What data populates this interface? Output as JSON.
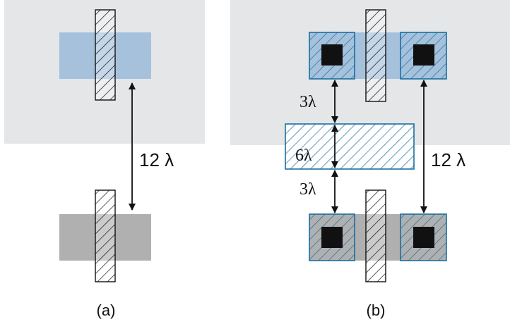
{
  "colors": {
    "well_bg": "#e5e6e8",
    "pdiff": "#a6c1dc",
    "ndiff": "#b0b0b0",
    "poly_stroke": "#111111",
    "metal_stroke": "#1a6fa0",
    "metal_hatch": "#1a6fa0",
    "contact": "#111111",
    "arrow": "#111111"
  },
  "icons": {
    "hatch_poly": "diagonal-hatch-black",
    "hatch_metal": "diagonal-hatch-blue"
  },
  "labels": {
    "a": {
      "spacing": "12 λ",
      "caption": "(a)"
    },
    "b": {
      "top_gap": "3λ",
      "metal_width": "6λ",
      "bottom_gap": "3λ",
      "spacing": "12 λ",
      "caption": "(b)"
    }
  }
}
